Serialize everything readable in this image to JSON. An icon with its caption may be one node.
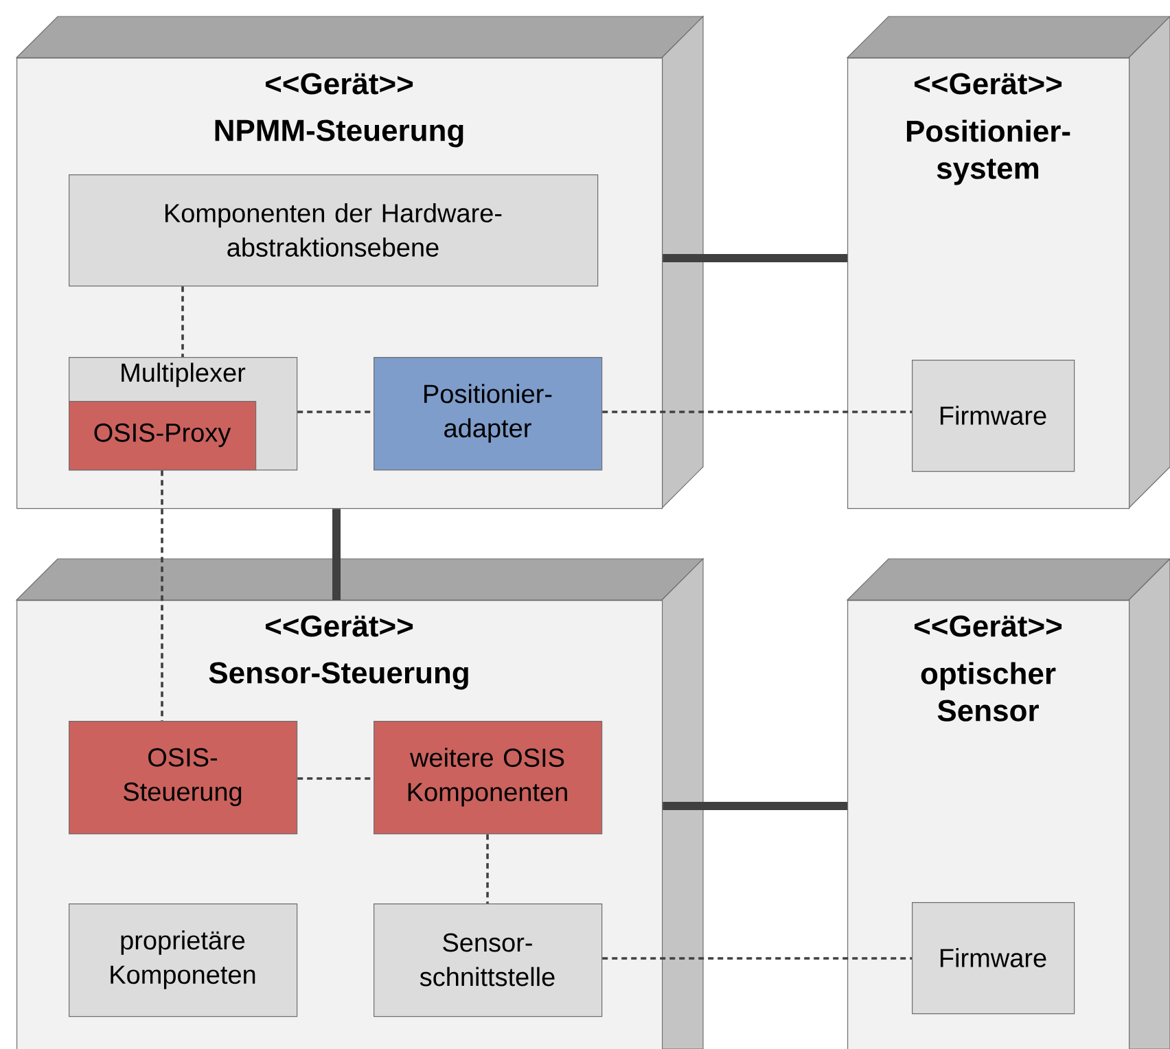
{
  "diagram": {
    "nodes": [
      {
        "text": [
          "<<Gerät>>",
          "NPMM-Steuerung"
        ]
      },
      {
        "text": [
          "Komponenten der Hardware-abstraktionsebene"
        ],
        "in": 0
      },
      {
        "text": [
          "Multiplexer"
        ],
        "in": 0
      },
      {
        "text": [
          "OSIS-Proxy"
        ],
        "in": 2
      },
      {
        "text": [
          "Positionier-adapter"
        ],
        "in": 0
      },
      {
        "text": [
          "<<Gerät>>",
          "Positionier-system"
        ]
      },
      {
        "text": [
          "Firmware"
        ],
        "in": 5
      },
      {
        "text": [
          "<<Gerät>>",
          "Sensor-Steuerung"
        ]
      },
      {
        "text": [
          "OSIS-Steuerung"
        ],
        "in": 7
      },
      {
        "text": [
          "weitere OSIS Komponenten"
        ],
        "in": 7
      },
      {
        "text": [
          "proprietäre Komponeten"
        ],
        "in": 7
      },
      {
        "text": [
          "Sensor-schnittstelle"
        ],
        "in": 7
      },
      {
        "text": [
          "<<Gerät>>",
          "optischer Sensor"
        ]
      },
      {
        "text": [
          "Firmware"
        ],
        "in": 12
      }
    ],
    "edges": [
      {
        "from": 0,
        "to": 5,
        "arrow": "none",
        "style": "thick"
      },
      {
        "from": 0,
        "to": 7,
        "arrow": "none",
        "style": "thick"
      },
      {
        "from": 7,
        "to": 12,
        "arrow": "none",
        "style": "thick"
      },
      {
        "from": 1,
        "to": 2,
        "arrow": "none",
        "style": "dashed"
      },
      {
        "from": 2,
        "to": 4,
        "arrow": "none",
        "style": "dashed"
      },
      {
        "from": 4,
        "to": 6,
        "arrow": "none",
        "style": "dashed"
      },
      {
        "from": 3,
        "to": 8,
        "arrow": "none",
        "style": "dashed"
      },
      {
        "from": 8,
        "to": 9,
        "arrow": "none",
        "style": "dashed"
      },
      {
        "from": 9,
        "to": 11,
        "arrow": "none",
        "style": "dashed"
      },
      {
        "from": 11,
        "to": 13,
        "arrow": "none",
        "style": "dashed"
      }
    ]
  }
}
